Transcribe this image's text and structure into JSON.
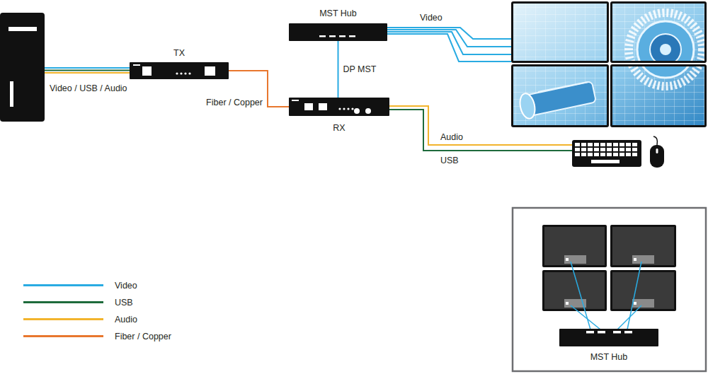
{
  "diagram": {
    "nodes": [
      {
        "text": [
          "MST Hub"
        ]
      },
      {
        "text": [
          "TX"
        ]
      },
      {
        "text": [
          "RX"
        ]
      },
      {
        "text": [
          "MST Hub"
        ]
      }
    ],
    "edges": [
      {
        "from": 1,
        "to": 2,
        "label": "Fiber / Copper",
        "arrow": "none"
      },
      {
        "from": 0,
        "to": 2,
        "label": "DP MST",
        "arrow": "none"
      }
    ],
    "labels": [
      "Video / USB / Audio",
      "Video",
      "Audio",
      "USB"
    ],
    "legend": [
      {
        "text": "Video",
        "color": "#29abe2"
      },
      {
        "text": "USB",
        "color": "#1e6b3c"
      },
      {
        "text": "Audio",
        "color": "#f2b42c"
      },
      {
        "text": "Fiber / Copper",
        "color": "#e8772e"
      }
    ]
  }
}
